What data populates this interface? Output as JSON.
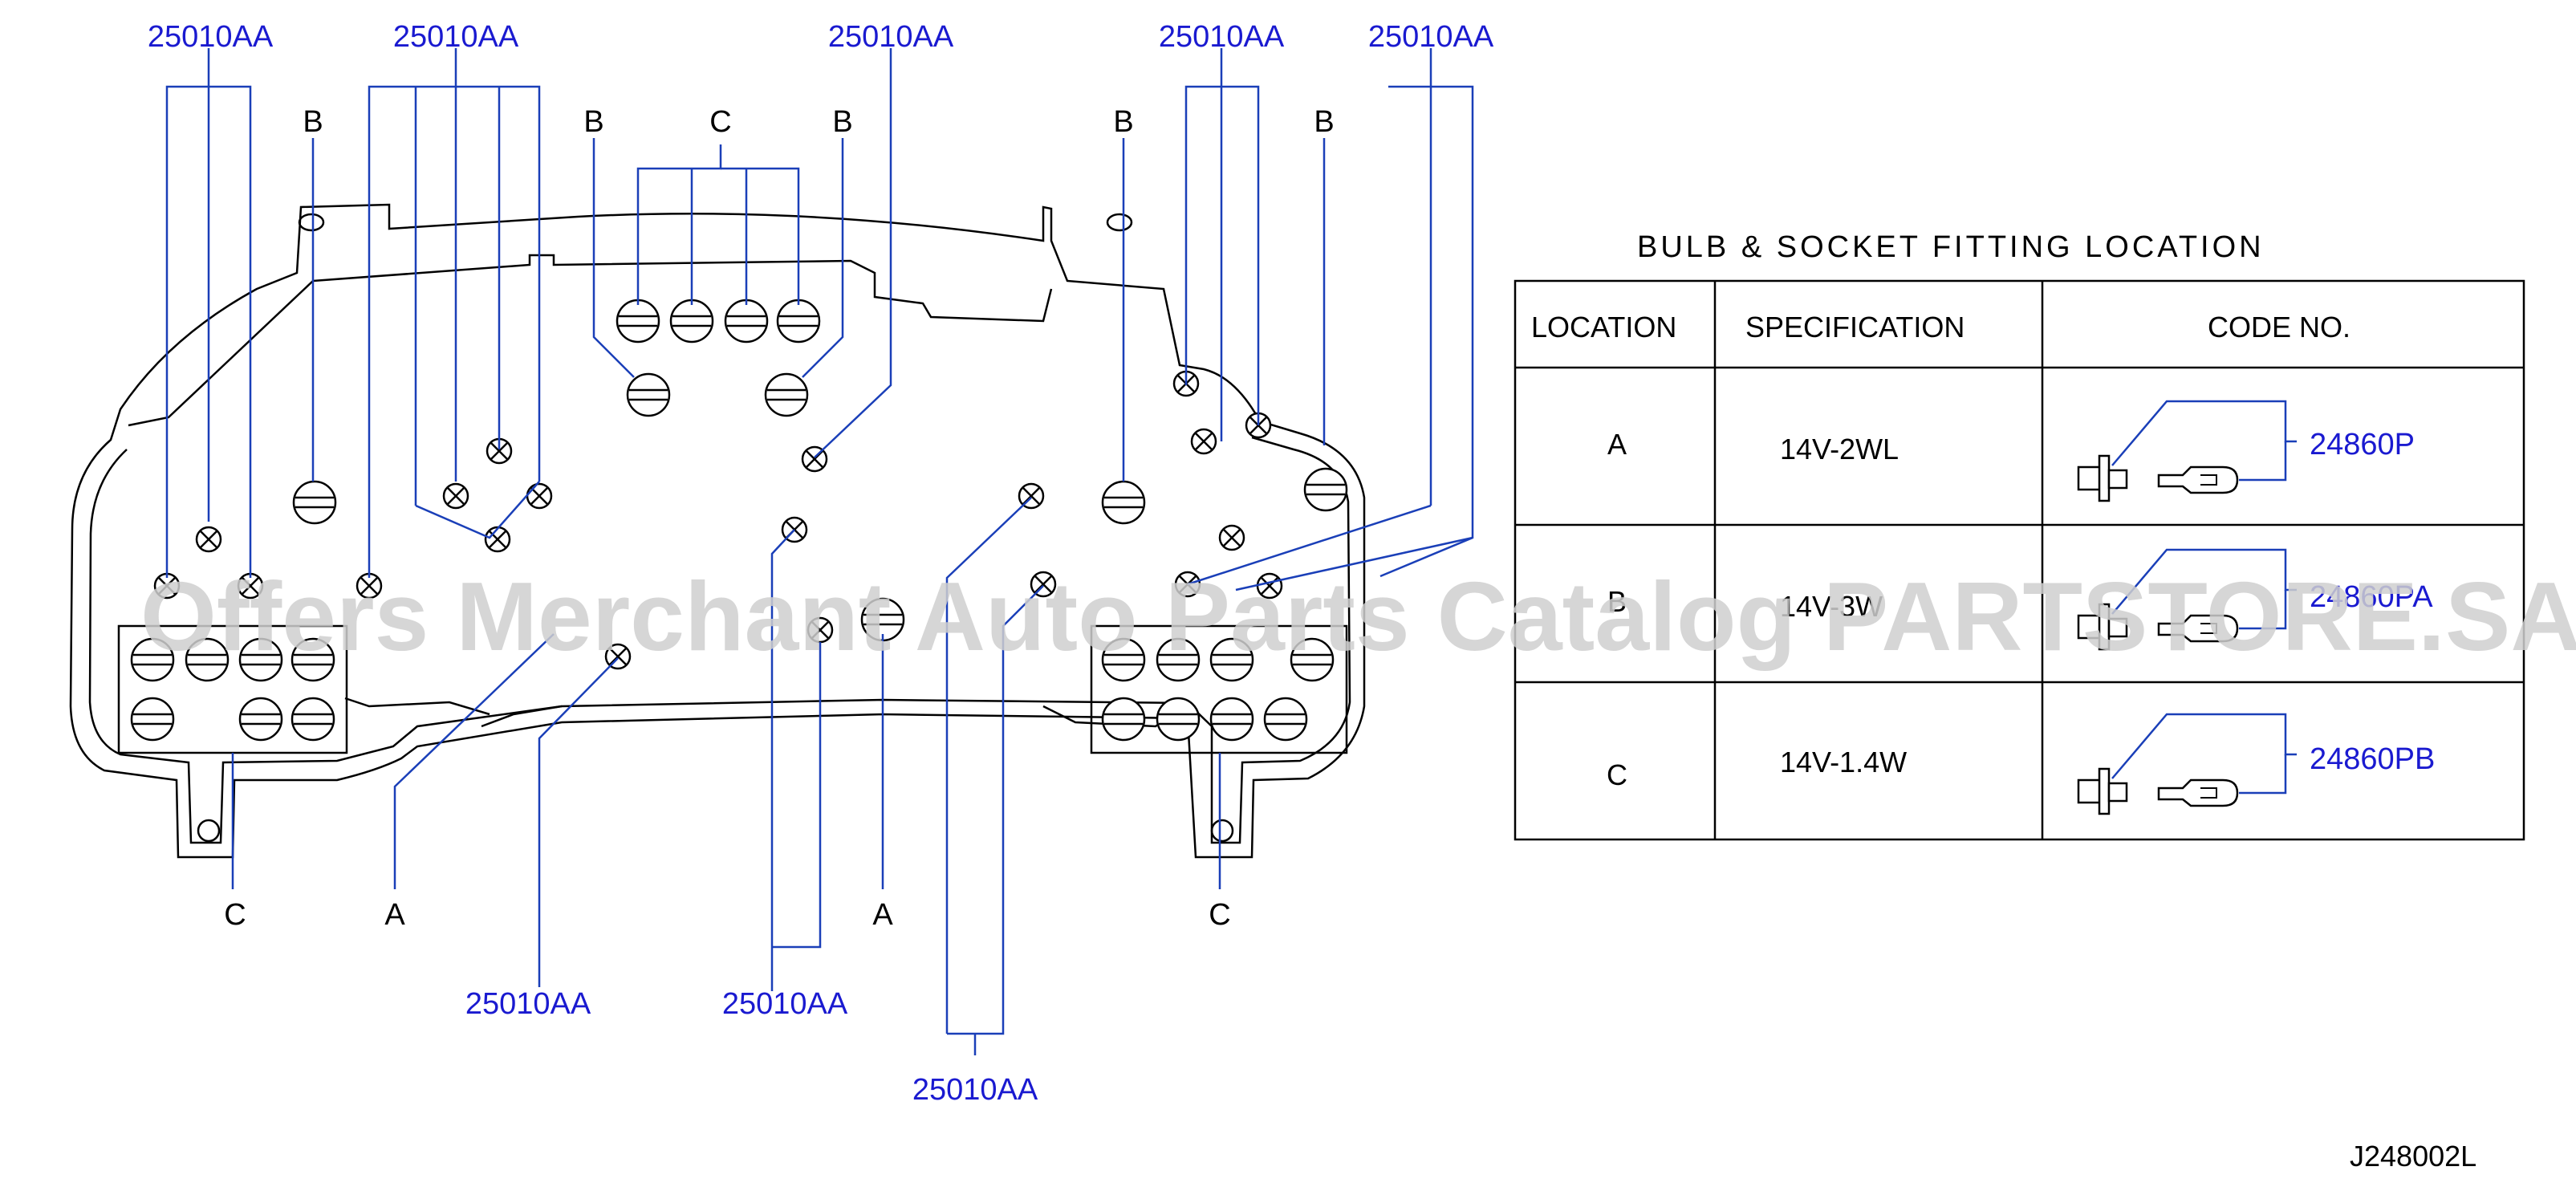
{
  "diagram": {
    "part_ref_labels": [
      "25010AA",
      "25010AA",
      "25010AA",
      "25010AA",
      "25010AA",
      "25010AA",
      "25010AA",
      "25010AA"
    ],
    "location_labels": [
      "B",
      "B",
      "C",
      "B",
      "B",
      "B",
      "C",
      "A",
      "A",
      "C"
    ]
  },
  "table": {
    "title": "BULB  &  SOCKET  FITTING  LOCATION",
    "headers": [
      "LOCATION",
      "SPECIFICATION",
      "CODE   NO."
    ],
    "rows": [
      {
        "location": "A",
        "spec": "14V-2WL",
        "code": "24860P"
      },
      {
        "location": "B",
        "spec": "14V-3W",
        "code": "24860PA"
      },
      {
        "location": "C",
        "spec": "14V-1.4W",
        "code": "24860PB"
      }
    ]
  },
  "drawing_number": "J248002L",
  "watermark": "Offers Merchant Auto Parts Catalog PARTSTORE.SA",
  "colors": {
    "reference_blue": "#1a1ad0",
    "leader_blue": "#1a3fb8",
    "line": "#000000",
    "watermark": "#cfcfcf"
  }
}
